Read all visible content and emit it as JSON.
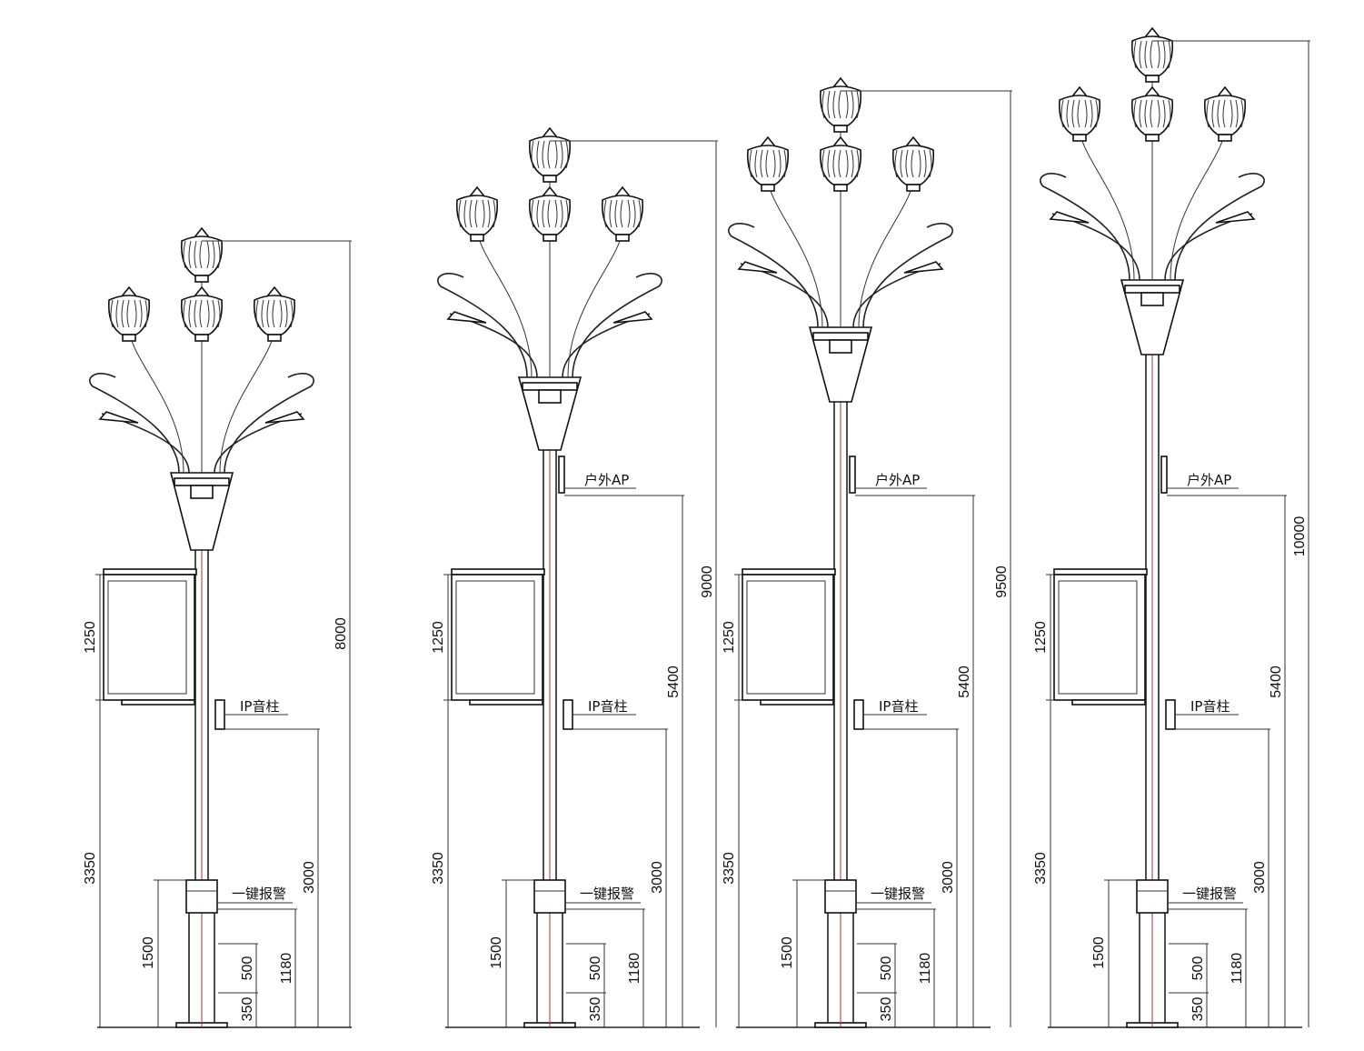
{
  "diagram": {
    "poles": [
      {
        "total_height": "8000",
        "has_ap": false,
        "sign_height": "1250",
        "lower_height": "3350",
        "speaker_height": "3000",
        "alarm_range": "1500",
        "alarm_height": "1180",
        "box_height": "500",
        "base_height": "350",
        "speaker_label": "IP音柱",
        "alarm_label": "一键报警"
      },
      {
        "total_height": "9000",
        "has_ap": true,
        "ap_label": "户外AP",
        "ap_height": "5400",
        "sign_height": "1250",
        "lower_height": "3350",
        "speaker_height": "3000",
        "alarm_range": "1500",
        "alarm_height": "1180",
        "box_height": "500",
        "base_height": "350",
        "speaker_label": "IP音柱",
        "alarm_label": "一键报警"
      },
      {
        "total_height": "9500",
        "has_ap": true,
        "ap_label": "户外AP",
        "ap_height": "5400",
        "sign_height": "1250",
        "lower_height": "3350",
        "speaker_height": "3000",
        "alarm_range": "1500",
        "alarm_height": "1180",
        "box_height": "500",
        "base_height": "350",
        "speaker_label": "IP音柱",
        "alarm_label": "一键报警"
      },
      {
        "total_height": "10000",
        "has_ap": true,
        "ap_label": "户外AP",
        "ap_height": "5400",
        "sign_height": "1250",
        "lower_height": "3350",
        "speaker_height": "3000",
        "alarm_range": "1500",
        "alarm_height": "1180",
        "box_height": "500",
        "base_height": "350",
        "speaker_label": "IP音柱",
        "alarm_label": "一键报警"
      }
    ]
  }
}
